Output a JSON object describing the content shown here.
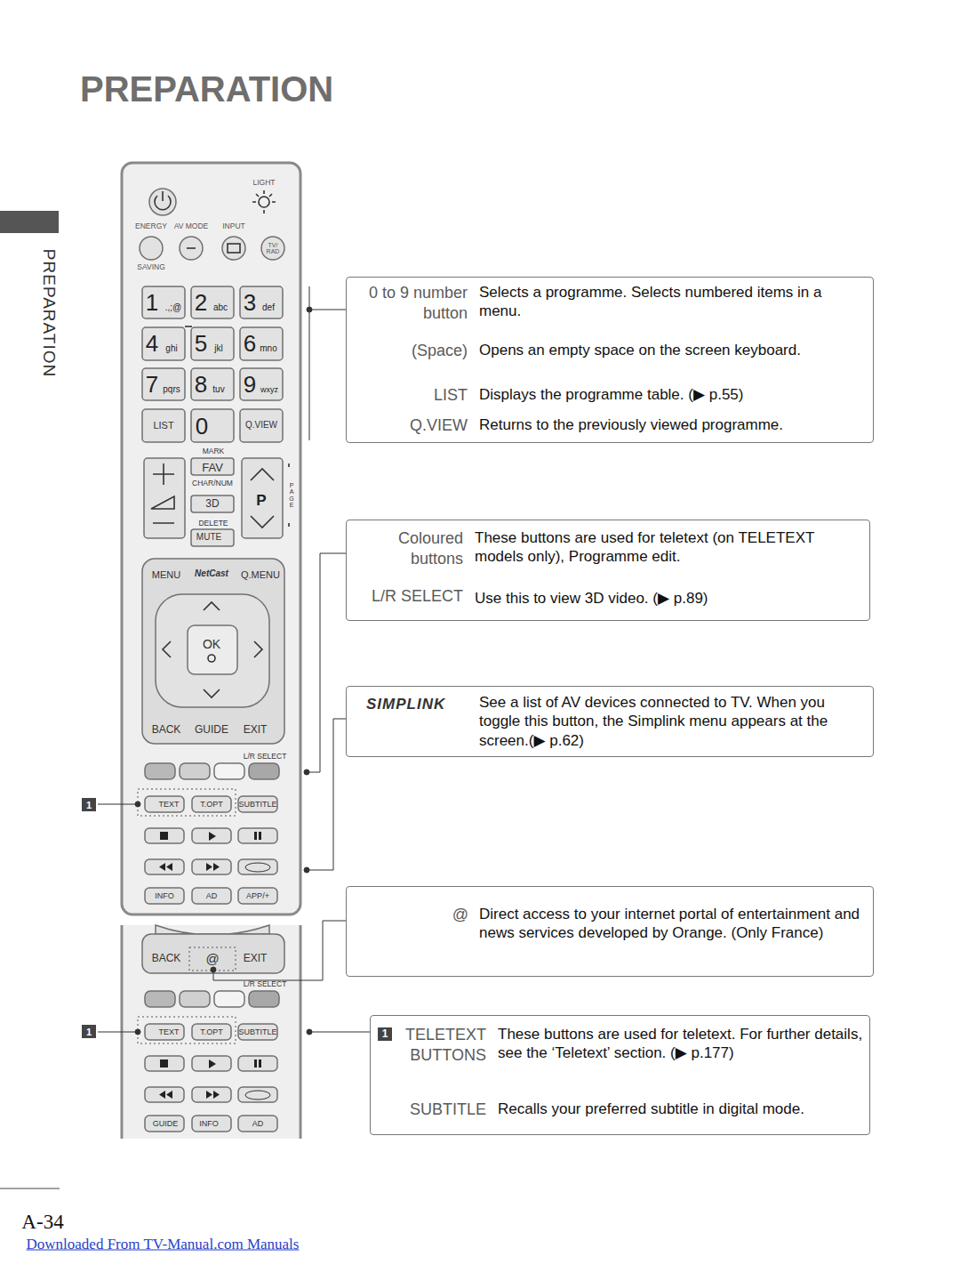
{
  "diagram": {
    "title": "PREPARATION",
    "nodes": [
      {
        "text": [
          "0 to 9 number button",
          "Selects a programme. Selects numbered items in a menu.",
          "(Space)",
          "Opens an empty space on the screen keyboard.",
          "LIST",
          "Displays the programme table. (▶ p.55)",
          "Q.VIEW",
          "Returns to the previously viewed programme."
        ]
      },
      {
        "text": [
          "Coloured buttons",
          "These buttons are used for teletext (on TELETEXT models only), Programme edit.",
          "L/R SELECT",
          "Use this to view 3D video. (▶ p.89)"
        ]
      },
      {
        "text": [
          "SIMPLINK",
          "See a list of AV devices connected to TV. When you toggle this button, the Simplink menu appears at the screen.(▶ p.62)"
        ]
      },
      {
        "text": [
          "@",
          "Direct access to your internet portal of entertainment and news services developed by Orange. (Only France)"
        ]
      },
      {
        "text": [
          "1",
          "TELETEXT BUTTONS",
          "These buttons are used for teletext. For further details, see the ‘Teletext’ section. (▶ p.177)",
          "SUBTITLE",
          "Recalls your preferred subtitle in digital mode."
        ]
      }
    ],
    "labels": [
      "PREPARATION",
      "A-34",
      "Downloaded From TV-Manual.com Manuals",
      "LIGHT",
      "ENERGY",
      "AV MODE",
      "INPUT",
      "SAVING",
      "TV/ RAD",
      "1",
      ".,;@",
      "2",
      "abc",
      "3",
      "def",
      "4",
      "ghi",
      "5",
      "jkl",
      "6",
      "mno",
      "7",
      "pqrs",
      "8",
      "tuv",
      "9",
      "wxyz",
      "LIST",
      "0",
      "Q.VIEW",
      "MARK",
      "FAV",
      "CHAR/NUM",
      "3D",
      "DELETE",
      "MUTE",
      "P",
      "PAGE",
      "MENU",
      "NetCast",
      "Q.MENU",
      "OK",
      "BACK",
      "GUIDE",
      "EXIT",
      "L/R SELECT",
      "TEXT",
      "T.OPT",
      "SUBTITLE",
      "INFO",
      "AD",
      "APP/+",
      "1",
      "BACK",
      "@",
      "EXIT",
      "L/R SELECT",
      "TEXT",
      "T.OPT",
      "SUBTITLE",
      "GUIDE",
      "INFO",
      "AD",
      "1"
    ]
  }
}
